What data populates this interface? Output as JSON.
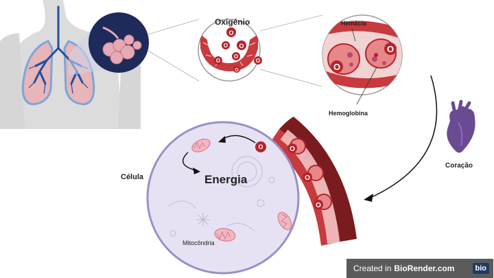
{
  "labels": {
    "oxygen": "Oxigénio",
    "red_cell": "Hemácia",
    "hemoglobin": "Hemoglobina",
    "heart": "Coração",
    "cell": "Célula",
    "energy": "Energia",
    "mitochondria": "Mitocôndria",
    "o2_symbol": "O"
  },
  "watermark": {
    "text": "Created in",
    "brand": "BioRender.com",
    "logo": "bio"
  },
  "colors": {
    "oxygen_red": "#b5242c",
    "vessel_red": "#c73a3e",
    "vessel_dark": "#7a1b1f",
    "cell_fill": "#e6e2f3",
    "cell_border": "#9a8fc6",
    "heart": "#6a4b93",
    "lung_pink": "#e8b5b8",
    "lung_blue": "#1f4fa0",
    "body": "#dcdcdc"
  }
}
